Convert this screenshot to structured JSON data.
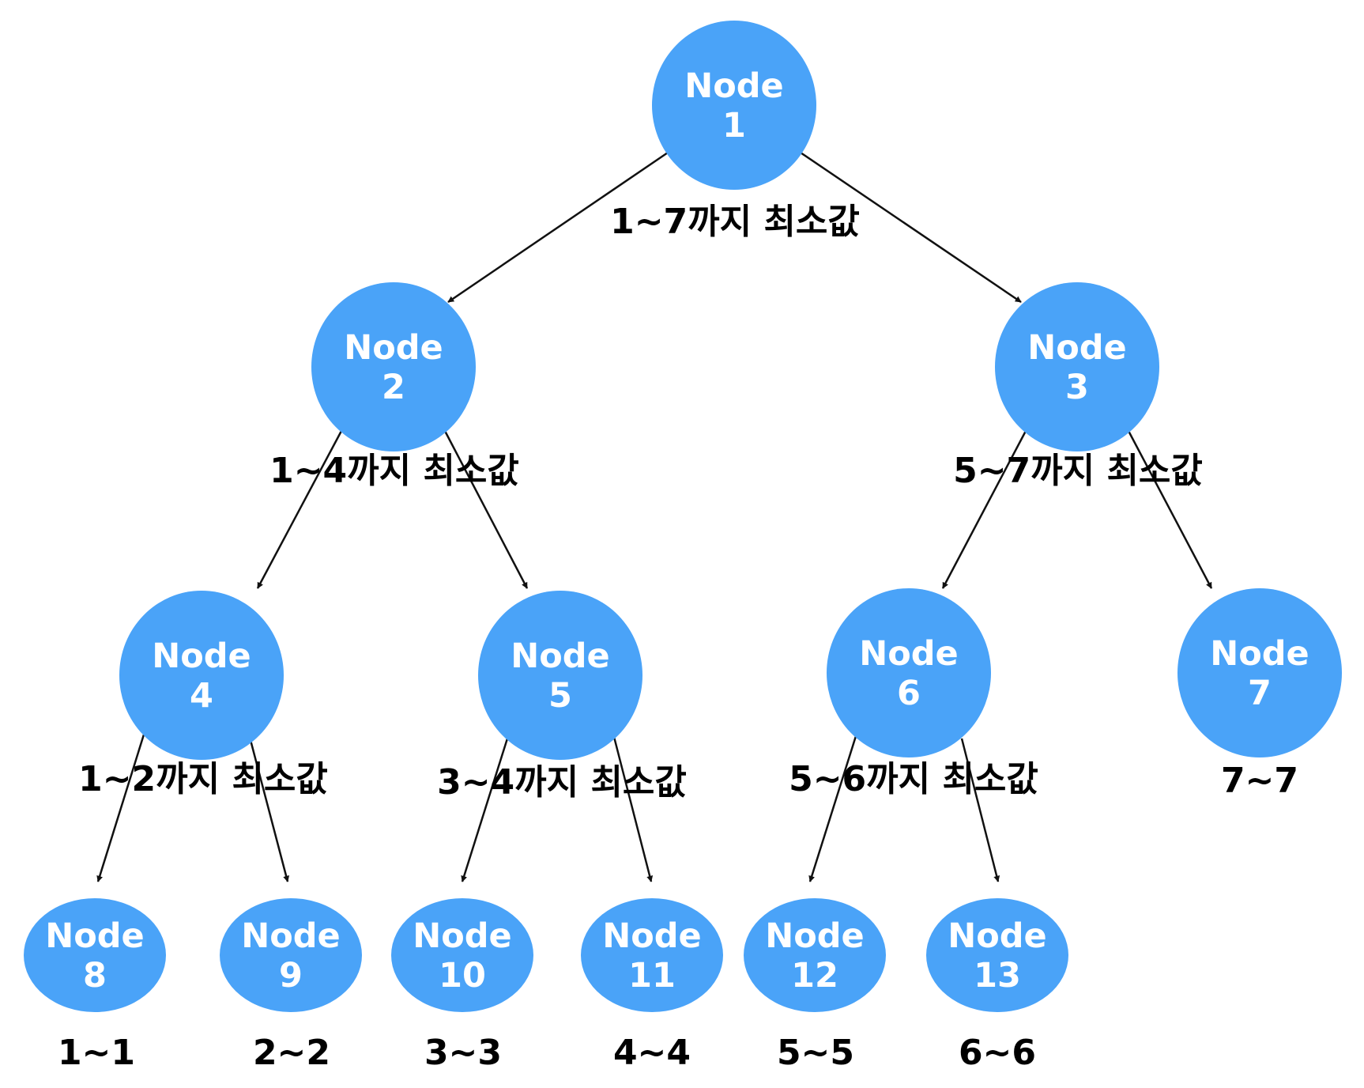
{
  "nodes": [
    {
      "id": "1",
      "word": "Node",
      "num": "1",
      "range": "1~7까지 최소값"
    },
    {
      "id": "2",
      "word": "Node",
      "num": "2",
      "range": "1~4까지 최소값"
    },
    {
      "id": "3",
      "word": "Node",
      "num": "3",
      "range": "5~7까지 최소값"
    },
    {
      "id": "4",
      "word": "Node",
      "num": "4",
      "range": "1~2까지 최소값"
    },
    {
      "id": "5",
      "word": "Node",
      "num": "5",
      "range": "3~4까지 최소값"
    },
    {
      "id": "6",
      "word": "Node",
      "num": "6",
      "range": "5~6까지 최소값"
    },
    {
      "id": "7",
      "word": "Node",
      "num": "7",
      "range": "7~7"
    },
    {
      "id": "8",
      "word": "Node",
      "num": "8",
      "range": "1~1"
    },
    {
      "id": "9",
      "word": "Node",
      "num": "9",
      "range": "2~2"
    },
    {
      "id": "10",
      "word": "Node",
      "num": "10",
      "range": "3~3"
    },
    {
      "id": "11",
      "word": "Node",
      "num": "11",
      "range": "4~4"
    },
    {
      "id": "12",
      "word": "Node",
      "num": "12",
      "range": "5~5"
    },
    {
      "id": "13",
      "word": "Node",
      "num": "13",
      "range": "6~6"
    }
  ],
  "edges": [
    [
      "1",
      "2"
    ],
    [
      "1",
      "3"
    ],
    [
      "2",
      "4"
    ],
    [
      "2",
      "5"
    ],
    [
      "3",
      "6"
    ],
    [
      "3",
      "7"
    ],
    [
      "4",
      "8"
    ],
    [
      "4",
      "9"
    ],
    [
      "5",
      "10"
    ],
    [
      "5",
      "11"
    ],
    [
      "6",
      "12"
    ],
    [
      "6",
      "13"
    ]
  ],
  "colors": {
    "node_fill": "#4aa3f8",
    "node_text": "#ffffff",
    "label_text": "#000000",
    "edge": "#111111"
  }
}
